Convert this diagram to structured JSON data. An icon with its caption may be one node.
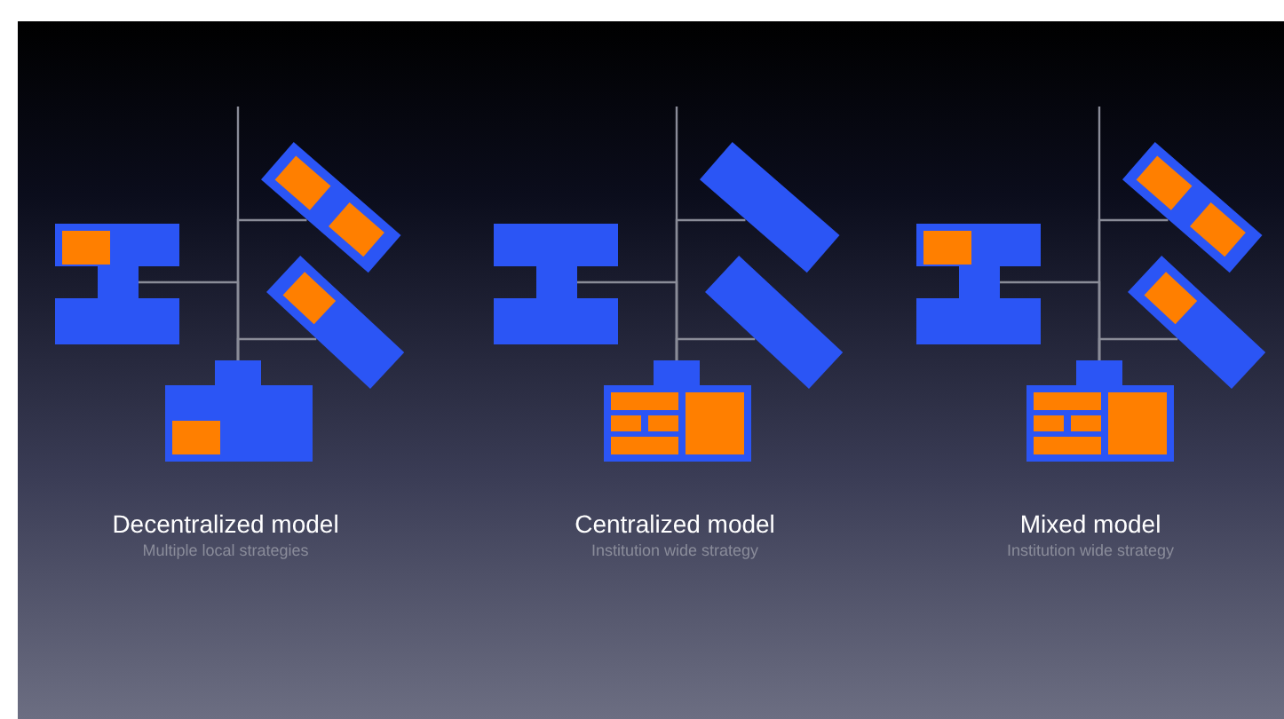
{
  "diagram": {
    "nodes": [
      {
        "text": [],
        "shape": "box"
      },
      {
        "text": [],
        "shape": "box"
      },
      {
        "text": [],
        "shape": "box"
      },
      {
        "text": [],
        "shape": "box"
      },
      {
        "text": [],
        "shape": "box"
      },
      {
        "text": [],
        "shape": "box"
      },
      {
        "text": [],
        "shape": "box"
      },
      {
        "text": [],
        "shape": "box"
      },
      {
        "text": [],
        "shape": "box"
      },
      {
        "text": [],
        "shape": "box"
      },
      {
        "text": [],
        "shape": "box"
      },
      {
        "text": [],
        "shape": "box"
      }
    ],
    "edges": [
      {
        "from": null,
        "to": 3,
        "arrow": "none"
      },
      {
        "from": 3,
        "to": 0,
        "arrow": "none"
      },
      {
        "from": 3,
        "to": 1,
        "arrow": "none"
      },
      {
        "from": 3,
        "to": 2,
        "arrow": "none"
      },
      {
        "from": null,
        "to": 7,
        "arrow": "none"
      },
      {
        "from": 7,
        "to": 4,
        "arrow": "none"
      },
      {
        "from": 7,
        "to": 5,
        "arrow": "none"
      },
      {
        "from": 7,
        "to": 6,
        "arrow": "none"
      },
      {
        "from": null,
        "to": 11,
        "arrow": "none"
      },
      {
        "from": 11,
        "to": 8,
        "arrow": "none"
      },
      {
        "from": 11,
        "to": 9,
        "arrow": "none"
      },
      {
        "from": 11,
        "to": 10,
        "arrow": "none"
      }
    ],
    "labels": [
      "Decentralized model",
      "Multiple local strategies",
      "Centralized model",
      "Institution wide strategy",
      "Mixed model",
      "Institution wide strategy"
    ]
  }
}
